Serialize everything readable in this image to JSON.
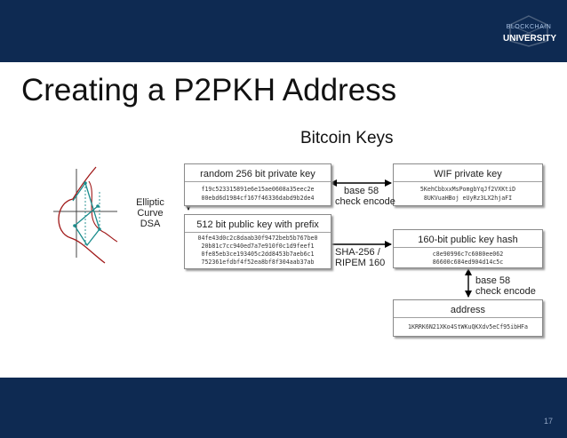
{
  "header": {
    "logo_line1": "BLOCKCHAIN",
    "logo_line2": "UNIVERSITY"
  },
  "slide": {
    "title": "Creating a P2PKH Address",
    "subtitle": "Bitcoin Keys",
    "page_number": "17"
  },
  "diagram": {
    "private_key": {
      "label": "random 256 bit private key",
      "value_lines": [
        "f19c523315891e6e15ae0608a35eec2e",
        "00ebd6d1984cf167f46336dabd9b2de4"
      ]
    },
    "public_key": {
      "label": "512 bit public key with prefix",
      "value_lines": [
        "04fe43d0c2c8daab30f9472beb5b767be0",
        "20b81c7cc940ed7a7e910f0c1d9feef1",
        "0fe85eb3ce193405c2dd8453b7aeb6c1",
        "752361efdbf4f52ea8bf8f304aab37ab"
      ]
    },
    "wif_key": {
      "label": "WIF private key",
      "value_lines": [
        "5KehCbbxxMsPomgbYqJf2VXKtiD",
        "8UKVuaHBoj eUyRz3LX2hjaFI"
      ]
    },
    "pubkey_hash": {
      "label": "160-bit public key hash",
      "value_lines": [
        "c8e90996c7c6080ee062",
        "86600c684ed904d14c5c"
      ]
    },
    "address": {
      "label": "address",
      "value_lines": [
        "1KRRK6N21XKo4StWKuQKXdv5eCf95ibHFa"
      ]
    },
    "ecdsa_label": [
      "Elliptic",
      "Curve",
      "DSA"
    ],
    "base58_top": [
      "base 58",
      "check encode"
    ],
    "sha_ripemd": [
      "SHA-256 /",
      "RIPEM 160"
    ],
    "base58_right": [
      "base 58",
      "check encode"
    ]
  },
  "colors": {
    "bar": "#0e2a52",
    "curve_red": "#a01818",
    "curve_teal": "#1a8c8c",
    "arrow": "#000000"
  }
}
